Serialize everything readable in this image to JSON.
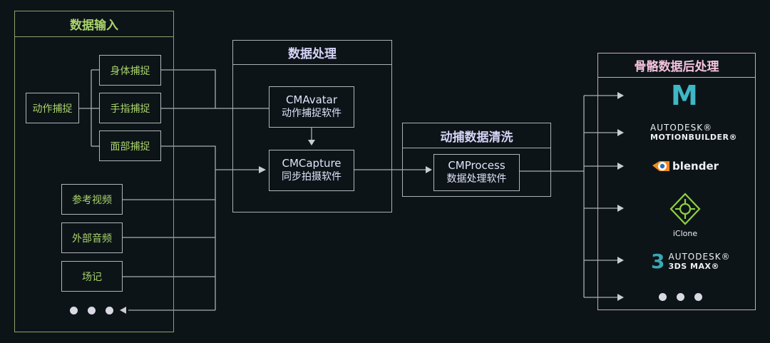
{
  "panels": {
    "input": {
      "title": "数据输入"
    },
    "process": {
      "title": "数据处理"
    },
    "clean": {
      "title": "动捕数据清洗"
    },
    "post": {
      "title": "骨骼数据后处理"
    }
  },
  "input_boxes": {
    "motion": "动作捕捉",
    "body": "身体捕捉",
    "hand": "手指捕捉",
    "face": "面部捕捉",
    "ref_video": "参考视频",
    "ext_audio": "外部音频",
    "slate": "场记"
  },
  "software": {
    "cmavatar": {
      "name": "CMAvatar",
      "desc": "动作捕捉软件"
    },
    "cmcapture": {
      "name": "CMCapture",
      "desc": "同步拍摄软件"
    },
    "cmprocess": {
      "name": "CMProcess",
      "desc": "数据处理软件"
    }
  },
  "tools": {
    "maya": "M",
    "motionbuilder": {
      "line1": "AUTODESK®",
      "line2": "MOTIONBUILDER®"
    },
    "blender": "blender",
    "iclone": "iClone",
    "max": {
      "glyph": "3",
      "line1": "AUTODESK®",
      "line2": "3DS MAX®"
    }
  },
  "colors": {
    "background": "#0d1418",
    "input_accent": "#a9d36c",
    "process_accent": "#d4d4f6",
    "post_accent": "#f4c3de",
    "maya_teal": "#3fb7c5",
    "blender_orange": "#f08a1d",
    "blender_blue": "#2a6fb0",
    "iclone_green": "#8fd13f"
  }
}
